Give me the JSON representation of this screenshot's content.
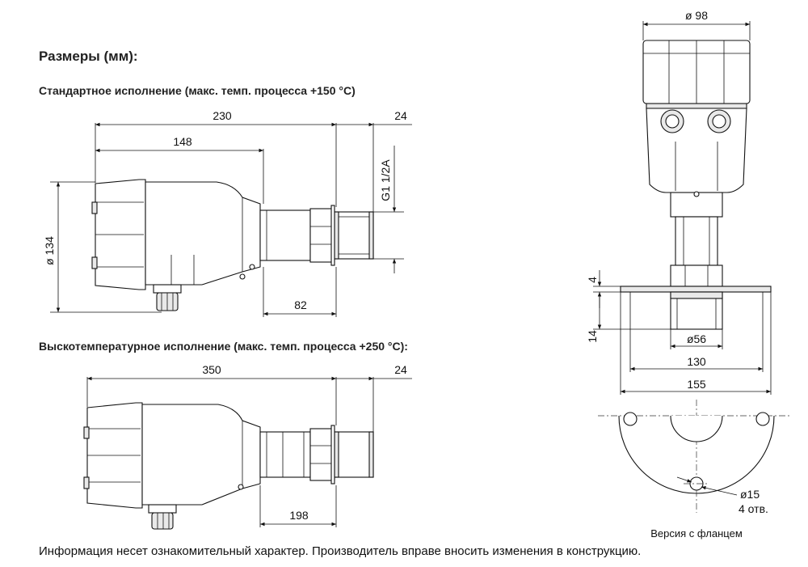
{
  "heading": "Размеры (мм):",
  "standard": {
    "title": "Стандартное исполнение (макс. темп. процесса +150 °C)",
    "dims": {
      "total_length": "230",
      "head_length": "148",
      "thread_length": "24",
      "thread": "G1 1/2A",
      "diameter": "ø 134",
      "probe_length": "82"
    }
  },
  "hightemp": {
    "title": "Выскотемпературное исполнение  (макс. темп. процесса +250 °C):",
    "dims": {
      "total_length": "350",
      "thread_length": "24",
      "probe_length": "198"
    }
  },
  "flange_version": {
    "dims": {
      "housing_diameter": "ø 98",
      "flange_thickness": "4",
      "spigot_height": "14",
      "spigot_diameter": "ø56",
      "bolt_circle": "130",
      "flange_diameter": "155",
      "hole_diameter": "ø15",
      "hole_count": "4 отв."
    },
    "caption": "Версия с фланцем"
  },
  "footer_note": "Информация несет ознакомительный характер. Производитель вправе вносить изменения в конструкцию."
}
